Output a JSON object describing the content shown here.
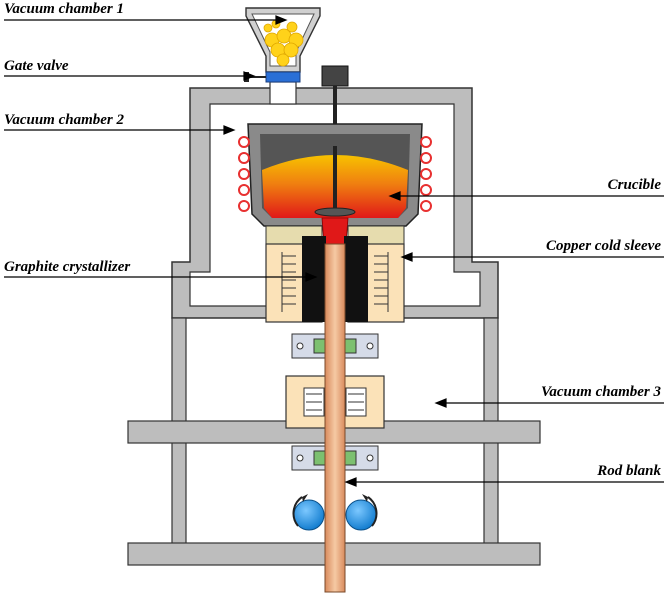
{
  "labels": {
    "vacuum_chamber_1": "Vacuum chamber 1",
    "gate_valve": "Gate valve",
    "vacuum_chamber_2": "Vacuum chamber 2",
    "crucible": "Crucible",
    "graphite_crystallizer": "Graphite crystallizer",
    "copper_cold_sleeve": "Copper cold sleeve",
    "vacuum_chamber_3": "Vacuum chamber 3",
    "rod_blank": "Rod blank"
  },
  "colors": {
    "frame": "#bdbdbd",
    "melt_top": "#f5b300",
    "melt_mid": "#f07010",
    "melt_bottom": "#e01010",
    "crucible_shell": "#8a8a8a",
    "copper_sleeve": "#fbe2b8",
    "graphite": "#111111",
    "rod": "#e8a77a",
    "gate_valve": "#2a6fd6",
    "rollers": "#1e90e0",
    "coil": "#e83030",
    "feed_material": "#ffd21a",
    "insulation": "#e6dcae"
  }
}
